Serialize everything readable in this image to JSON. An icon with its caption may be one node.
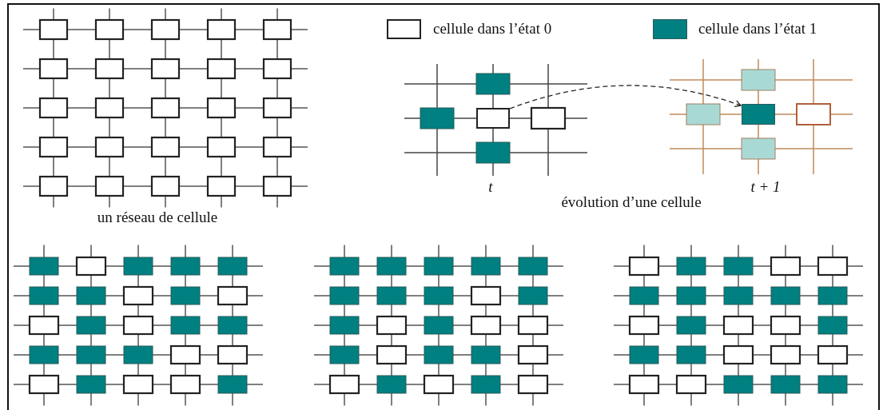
{
  "diagram": {
    "nodes": [
      {
        "text": [],
        "shape": "box"
      },
      {
        "text": [],
        "shape": "box"
      }
    ],
    "edges": [
      {
        "from": 0,
        "to": 1,
        "arrow": "to",
        "style": "dashed"
      }
    ],
    "labels": [
      "t",
      "t + 1",
      "évolution d’une cellule",
      "un réseau de cellule"
    ],
    "legend": [
      {
        "text": "cellule dans l’état 0",
        "color": "#ffffff"
      },
      {
        "text": "cellule dans l’état 1",
        "color": "#008080"
      }
    ]
  }
}
